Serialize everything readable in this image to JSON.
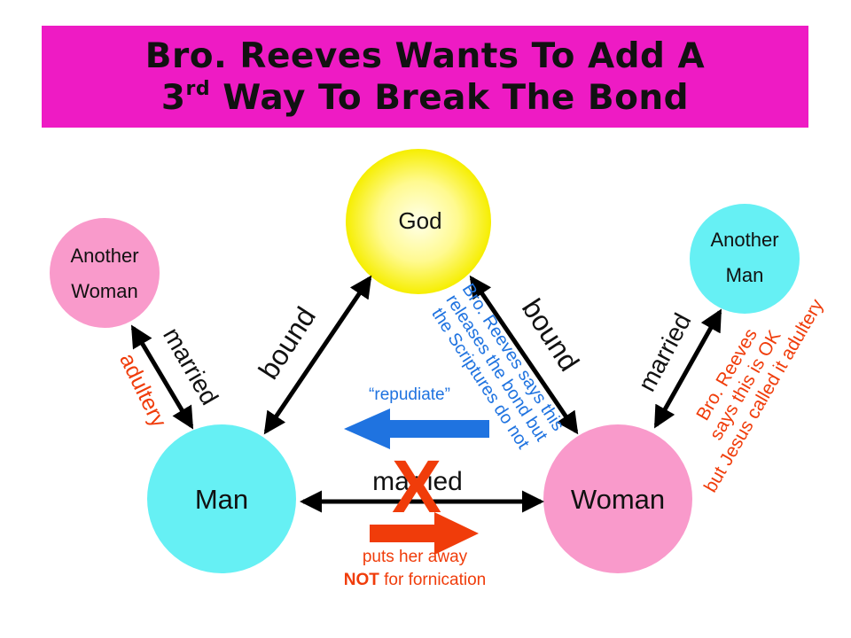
{
  "title": {
    "line1": "Bro. Reeves Wants To Add A",
    "line2_prefix": "3",
    "line2_sup": "rd",
    "line2_rest": " Way To Break The Bond"
  },
  "nodes": {
    "god": "God",
    "another_woman_line1": "Another",
    "another_woman_line2": "Woman",
    "another_man_line1": "Another",
    "another_man_line2": "Man",
    "man": "Man",
    "woman": "Woman"
  },
  "labels": {
    "bound_left": "bound",
    "bound_right": "bound",
    "married_left": "married",
    "married_right": "married",
    "married_center": "married",
    "adultery": "adultery",
    "repudiate": "“repudiate”",
    "reeves_bond_1": "Bro. Reeves says this",
    "reeves_bond_2": "releases the bond but",
    "reeves_bond_3": "the Scriptures do not",
    "reeves_ok_1": "Bro. Reeves",
    "reeves_ok_2": "says this is OK",
    "reeves_ok_3": "but Jesus called it adultery",
    "cross_mark": "X",
    "puts_away_1": "puts her away",
    "puts_away_2_bold": "NOT",
    "puts_away_2_rest": " for fornication"
  },
  "colors": {
    "banner": "#ee1bc4",
    "cyan_node": "#66f0f4",
    "pink_node": "#f99acb",
    "god_center": "#ffffe0",
    "god_edge": "#f6f000",
    "blue_text": "#1f73e0",
    "red_text": "#f03c0a",
    "arrow_black": "#000000"
  }
}
